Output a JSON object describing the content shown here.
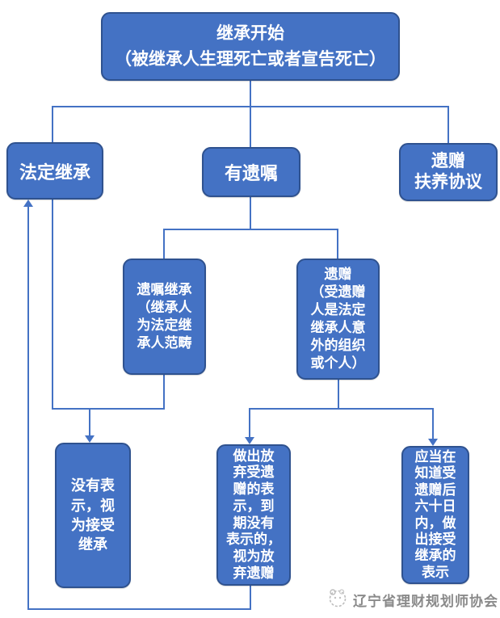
{
  "colors": {
    "box_fill": "#4472C4",
    "box_border": "#2F528F",
    "line": "#4472C4",
    "box_text": "#ffffff",
    "watermark_text": "#8a8a8a"
  },
  "flowchart": {
    "nodes": {
      "start": {
        "label": "继承开始\n（被继承人生理死亡或者宣告死亡）"
      },
      "statutory": {
        "label": "法定继承"
      },
      "will": {
        "label": "有遗嘱"
      },
      "bequest_support": {
        "label": "遗赠\n扶养协议"
      },
      "will_inheritance": {
        "label": "遗嘱继承\n（继承人\n为法定继\n承人范畴"
      },
      "legacy": {
        "label": "遗赠\n（受遗赠\n人是法定\n继承人意\n外的组织\n或个人）"
      },
      "no_indication": {
        "label": "没有表\n示，视\n为接受\n继承"
      },
      "renounce": {
        "label": "做出放\n弃受遗\n赠的表\n示，到\n期没有\n表示的，\n视为放\n弃遗赠"
      },
      "accept_60": {
        "label": "应当在\n知道受\n遗赠后\n六十日\n内，做\n出接受\n继承的\n表示"
      }
    }
  },
  "watermark": {
    "text": "辽宁省理财规划师协会",
    "logo": "association-logo"
  }
}
